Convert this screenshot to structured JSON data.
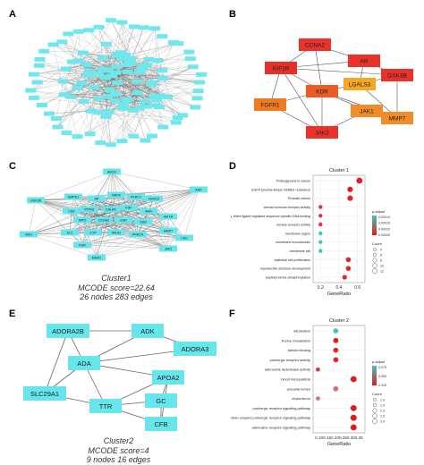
{
  "panels": {
    "a": {
      "letter": "A"
    },
    "b": {
      "letter": "B"
    },
    "c": {
      "letter": "C"
    },
    "d": {
      "letter": "D"
    },
    "e": {
      "letter": "E"
    },
    "f": {
      "letter": "F"
    }
  },
  "network_b": {
    "nodes": [
      {
        "id": "CCNA2",
        "color": "#e8322a"
      },
      {
        "id": "AR",
        "color": "#e8322a"
      },
      {
        "id": "IGF1R",
        "color": "#e53027"
      },
      {
        "id": "GSK3B",
        "color": "#e8322a"
      },
      {
        "id": "LGALS3",
        "color": "#f5a623"
      },
      {
        "id": "KDR",
        "color": "#ee5a24"
      },
      {
        "id": "FGFR1",
        "color": "#f07a22"
      },
      {
        "id": "JAK1",
        "color": "#f28c28"
      },
      {
        "id": "MMP7",
        "color": "#f28c28"
      },
      {
        "id": "JAK2",
        "color": "#e8322a"
      }
    ],
    "edges": [
      [
        "CCNA2",
        "AR"
      ],
      [
        "CCNA2",
        "IGF1R"
      ],
      [
        "CCNA2",
        "KDR"
      ],
      [
        "AR",
        "GSK3B"
      ],
      [
        "AR",
        "LGALS3"
      ],
      [
        "AR",
        "IGF1R"
      ],
      [
        "IGF1R",
        "KDR"
      ],
      [
        "IGF1R",
        "FGFR1"
      ],
      [
        "IGF1R",
        "JAK2"
      ],
      [
        "IGF1R",
        "GSK3B"
      ],
      [
        "GSK3B",
        "LGALS3"
      ],
      [
        "GSK3B",
        "MMP7"
      ],
      [
        "KDR",
        "LGALS3"
      ],
      [
        "KDR",
        "FGFR1"
      ],
      [
        "KDR",
        "JAK2"
      ],
      [
        "KDR",
        "JAK1"
      ],
      [
        "FGFR1",
        "JAK2"
      ],
      [
        "JAK2",
        "JAK1"
      ],
      [
        "JAK1",
        "MMP7"
      ],
      [
        "LGALS3",
        "MMP7"
      ],
      [
        "KDR",
        "MMP7"
      ]
    ]
  },
  "network_c": {
    "node_color": "#66e6ea",
    "nodes": [
      "ABCG",
      "ADK",
      "GSK3B",
      "SMPD1",
      "AR",
      "BRD4",
      "PKRC1",
      "HDAC6",
      "CDK",
      "PTPN1",
      "CALM1",
      "FGF",
      "AHR",
      "IGF1R",
      "MPO",
      "CCNA2",
      "ESR",
      "GSR",
      "JAK1",
      "MMP7",
      "SLC",
      "CYP",
      "NR1I2",
      "PRKCA",
      "CDC",
      "KDR",
      "JAK2",
      "MMP2"
    ]
  },
  "caption_c": {
    "line1": "Cluster1",
    "line2": "MCODE score=22.64",
    "line3": "26 nodes 283 edges"
  },
  "network_e": {
    "node_color": "#66e6ea",
    "nodes": [
      {
        "id": "ADORA2B"
      },
      {
        "id": "ADK"
      },
      {
        "id": "ADORA3"
      },
      {
        "id": "ADA"
      },
      {
        "id": "APOA2"
      },
      {
        "id": "SLC29A1"
      },
      {
        "id": "GC"
      },
      {
        "id": "TTR"
      },
      {
        "id": "CFB"
      }
    ],
    "edges": [
      [
        "ADORA2B",
        "ADK"
      ],
      [
        "ADORA2B",
        "ADA"
      ],
      [
        "ADORA2B",
        "SLC29A1"
      ],
      [
        "ADK",
        "ADORA3"
      ],
      [
        "ADK",
        "ADA"
      ],
      [
        "ADORA3",
        "ADA"
      ],
      [
        "ADA",
        "SLC29A1"
      ],
      [
        "ADA",
        "TTR"
      ],
      [
        "ADA",
        "APOA2"
      ],
      [
        "SLC29A1",
        "TTR"
      ],
      [
        "TTR",
        "APOA2"
      ],
      [
        "TTR",
        "GC"
      ],
      [
        "TTR",
        "CFB"
      ],
      [
        "APOA2",
        "GC"
      ],
      [
        "GC",
        "CFB"
      ],
      [
        "APOA2",
        "CFB"
      ]
    ]
  },
  "caption_e": {
    "line1": "Cluster2",
    "line2": "MCODE score=4",
    "line3": "9 nodes 16 edges"
  },
  "chart_data": [
    {
      "panel": "D",
      "type": "scatter",
      "title": "Cluster 1",
      "xlabel": "GeneRatio",
      "ylabel": "",
      "xlim": [
        0.12,
        0.68
      ],
      "xticks": [
        0.2,
        0.4,
        0.6
      ],
      "grid": true,
      "legend_placement": "right",
      "legend_color_title": "p.adjust",
      "legend_color_labels": [
        "0.00010",
        "0.00015",
        "0.00020",
        "0.00025"
      ],
      "legend_size_title": "Count",
      "legend_size_labels": [
        "4",
        "6",
        "8",
        "10",
        "12"
      ],
      "color_low": "#e31a1c",
      "color_high": "#3ec6c0",
      "points": [
        {
          "term": "Proteoglycans in cancer",
          "x": 0.62,
          "count": 12,
          "color": "#e31a1c"
        },
        {
          "term": "EGFR tyrosine kinase inhibitor resistance",
          "x": 0.52,
          "count": 10,
          "color": "#e31a1c"
        },
        {
          "term": "Prostate cancer",
          "x": 0.52,
          "count": 10,
          "color": "#e5232a"
        },
        {
          "term": "steroid hormone receptor activity",
          "x": 0.2,
          "count": 4,
          "color": "#e0304f"
        },
        {
          "term": "transcription factor activity, direct ligand regulated sequence-specific DNA binding",
          "x": 0.2,
          "count": 4,
          "color": "#e0304f"
        },
        {
          "term": "nuclear receptor activity",
          "x": 0.2,
          "count": 4,
          "color": "#e0304f"
        },
        {
          "term": "membrane region",
          "x": 0.2,
          "count": 4,
          "color": "#3ec6c0"
        },
        {
          "term": "membrane microdomain",
          "x": 0.2,
          "count": 4,
          "color": "#3ec6c0"
        },
        {
          "term": "membrane raft",
          "x": 0.2,
          "count": 4,
          "color": "#3ec6c0"
        },
        {
          "term": "epithelial cell proliferation",
          "x": 0.5,
          "count": 8,
          "color": "#e3262e"
        },
        {
          "term": "reproductive structure development",
          "x": 0.5,
          "count": 8,
          "color": "#e3262e"
        },
        {
          "term": "peptidyl-serine phosphorylation",
          "x": 0.46,
          "count": 7,
          "color": "#e3262e"
        }
      ]
    },
    {
      "panel": "F",
      "type": "scatter",
      "title": "Cluster 2",
      "xlabel": "GeneRatio",
      "ylabel": "",
      "xlim": [
        0.08,
        0.4
      ],
      "xtick_text": "0.100.150.200.250.300.35",
      "grid": true,
      "legend_placement": "right",
      "legend_color_title": "p.adjust",
      "legend_color_labels": [
        "0.075",
        "0.050",
        "0.025"
      ],
      "legend_size_title": "Count",
      "legend_size_labels": [
        "1.0",
        "1.5",
        "2.0",
        "2.5",
        "3.0"
      ],
      "color_low": "#e31a1c",
      "color_high": "#3ec6c0",
      "points": [
        {
          "term": "Alcoholism",
          "x": 0.22,
          "count": 2,
          "color": "#3ec6c0"
        },
        {
          "term": "Purine metabolism",
          "x": 0.22,
          "count": 2,
          "color": "#e31a1c"
        },
        {
          "term": "steroid binding",
          "x": 0.22,
          "count": 2,
          "color": "#e5232a"
        },
        {
          "term": "purinergic receptor activity",
          "x": 0.22,
          "count": 2,
          "color": "#e5232a"
        },
        {
          "term": "adenosine deaminase activity",
          "x": 0.11,
          "count": 1,
          "color": "#e0304f"
        },
        {
          "term": "blood microparticle",
          "x": 0.33,
          "count": 3,
          "color": "#e31a1c"
        },
        {
          "term": "vacuolar lumen",
          "x": 0.22,
          "count": 2,
          "color": "#e0687a"
        },
        {
          "term": "chylomicron",
          "x": 0.11,
          "count": 1,
          "color": "#e0687a"
        },
        {
          "term": "purinergic receptor signaling pathway",
          "x": 0.33,
          "count": 3,
          "color": "#e31a1c"
        },
        {
          "term": "G protein-coupled purinergic receptor signaling pathway",
          "x": 0.33,
          "count": 3,
          "color": "#e31a1c"
        },
        {
          "term": "adenosine receptor signaling pathway",
          "x": 0.33,
          "count": 3,
          "color": "#e31a1c"
        }
      ]
    }
  ]
}
